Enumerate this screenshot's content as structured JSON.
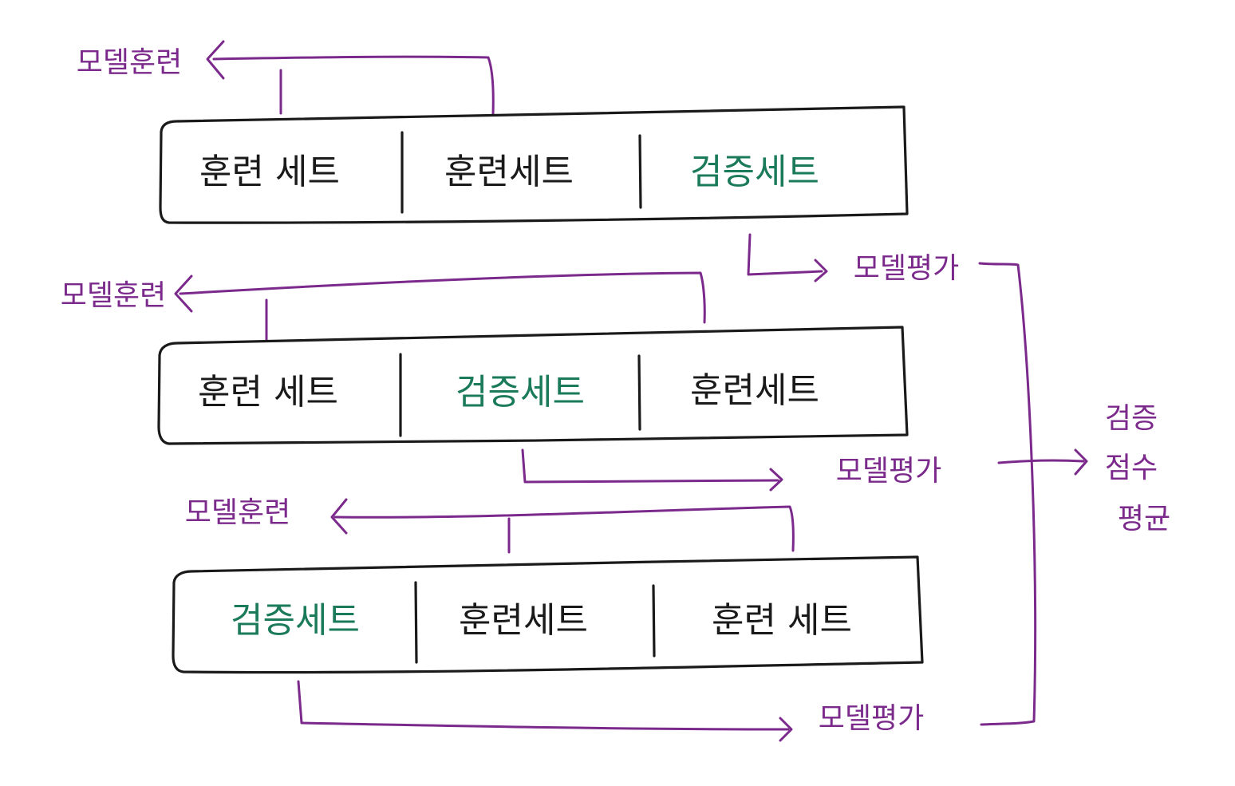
{
  "colors": {
    "ink": "#1a1a1a",
    "annotation": "#7b2a8c",
    "validation": "#1a7a5a"
  },
  "folds": [
    {
      "train_label": "모델훈련",
      "eval_label": "모델평가",
      "segments": [
        {
          "label": "훈련 세트",
          "kind": "train"
        },
        {
          "label": "훈련세트",
          "kind": "train"
        },
        {
          "label": "검증세트",
          "kind": "validation"
        }
      ]
    },
    {
      "train_label": "모델훈련",
      "eval_label": "모델평가",
      "segments": [
        {
          "label": "훈련 세트",
          "kind": "train"
        },
        {
          "label": "검증세트",
          "kind": "validation"
        },
        {
          "label": "훈련세트",
          "kind": "train"
        }
      ]
    },
    {
      "train_label": "모델훈련",
      "eval_label": "모델평가",
      "segments": [
        {
          "label": "검증세트",
          "kind": "validation"
        },
        {
          "label": "훈련세트",
          "kind": "train"
        },
        {
          "label": "훈련 세트",
          "kind": "train"
        }
      ]
    }
  ],
  "result": {
    "lines": [
      "검증",
      "점수",
      "평균"
    ]
  }
}
